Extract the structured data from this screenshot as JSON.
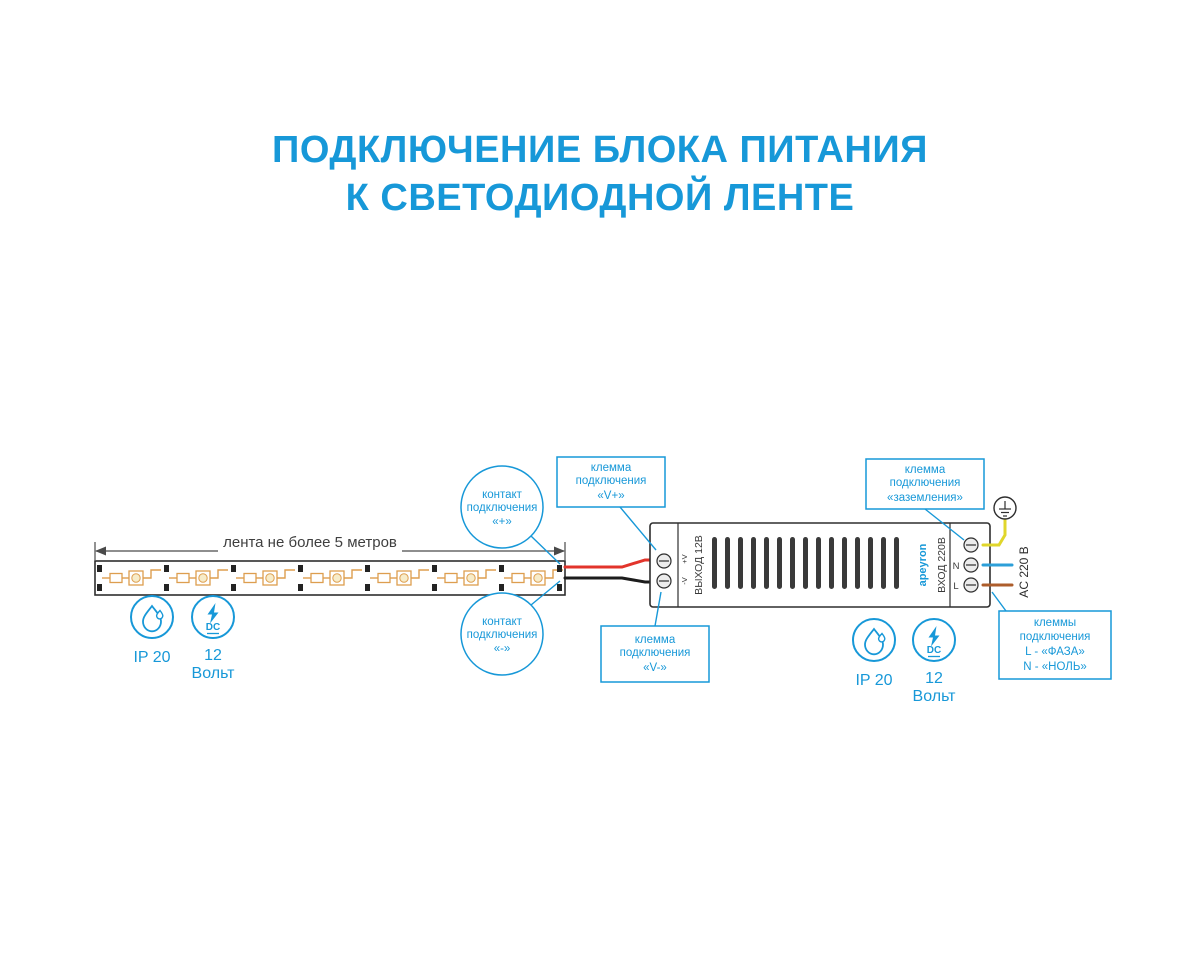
{
  "title": {
    "line1": "ПОДКЛЮЧЕНИЕ БЛОКА ПИТАНИЯ",
    "line2": "К СВЕТОДИОДНОЙ ЛЕНТЕ"
  },
  "strip": {
    "dimension_label": "лента не более 5 метров"
  },
  "psu": {
    "output_label": "ВЫХОД 12В",
    "vplus_label": "+V",
    "vminus_label": "-V",
    "brand": "apeyron",
    "input_label": "ВХОД 220В",
    "terminal_n": "N",
    "terminal_l": "L",
    "ac_label": "AC 220 В"
  },
  "callouts": {
    "contact_plus": {
      "lines": [
        "контакт",
        "подключения",
        "«+»"
      ]
    },
    "contact_minus": {
      "lines": [
        "контакт",
        "подключения",
        "«-»"
      ]
    },
    "terminal_vplus": {
      "lines": [
        "клемма",
        "подключения",
        "«V+»"
      ]
    },
    "terminal_vminus": {
      "lines": [
        "клемма",
        "подключения",
        "«V-»"
      ]
    },
    "terminal_ground": {
      "lines": [
        "клемма",
        "подключения",
        "«заземления»"
      ]
    },
    "terminal_ln": {
      "lines": [
        "клеммы",
        "подключения",
        "L - «ФАЗА»",
        "N - «НОЛЬ»"
      ]
    }
  },
  "badges": {
    "ip": "IP 20",
    "volt1": "12",
    "volt2": "Вольт",
    "dc": "DC"
  },
  "colors": {
    "accent": "#1798d8",
    "wire_red": "#e2342b",
    "wire_black": "#1c1c1c",
    "wire_yellow": "#e0d62b",
    "wire_blue": "#2d9fd8",
    "wire_brown": "#ad5d2b",
    "component_orange": "#dd9e4f"
  }
}
